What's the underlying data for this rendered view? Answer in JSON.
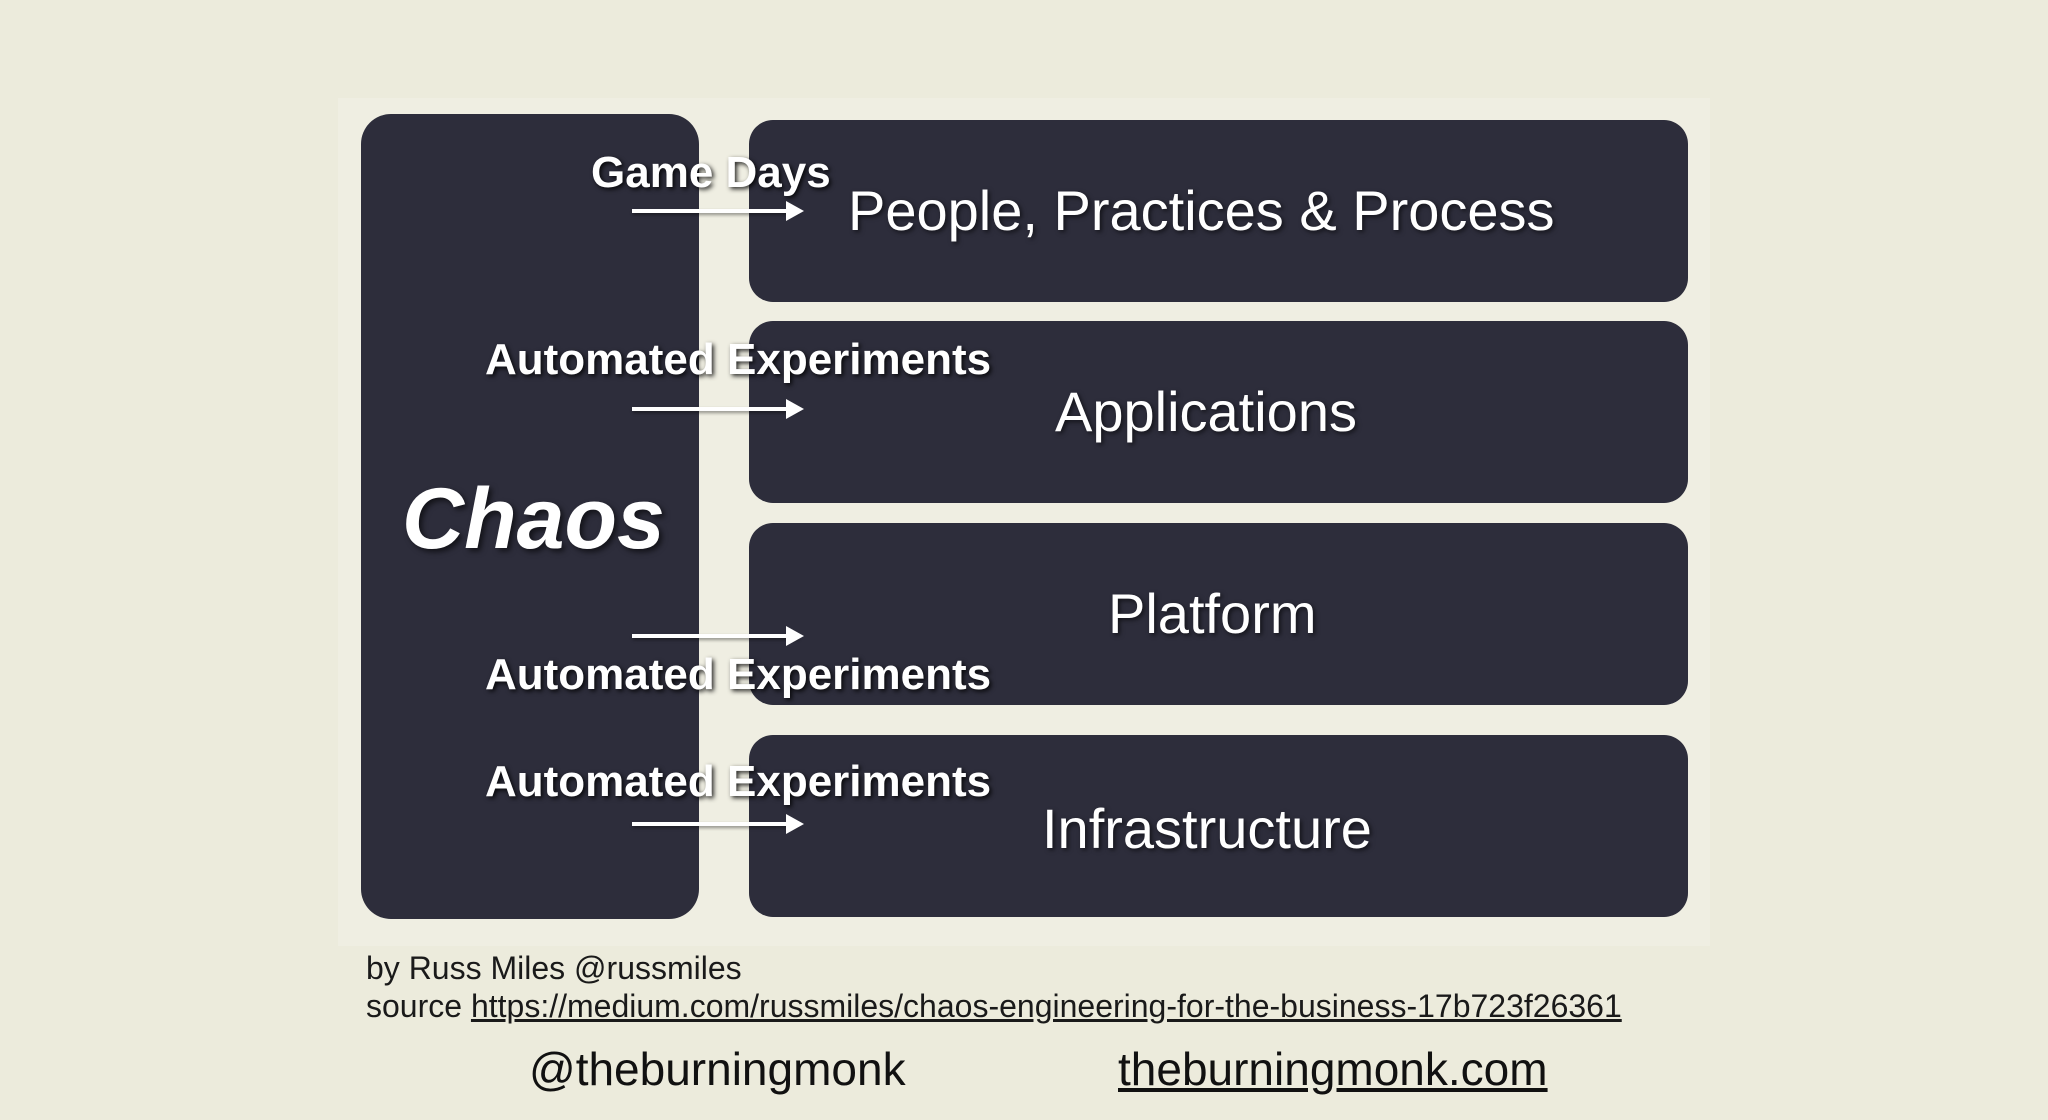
{
  "diagram": {
    "chaos_label": "Chaos",
    "layers": [
      {
        "label": "People, Practices & Process",
        "practice": "Game Days"
      },
      {
        "label": "Applications",
        "practice": "Automated Experiments"
      },
      {
        "label": "Platform",
        "practice": "Automated Experiments"
      },
      {
        "label": "Infrastructure",
        "practice": "Automated Experiments"
      }
    ]
  },
  "credit": {
    "author_line": "by Russ Miles  @russmiles",
    "source_prefix": "source ",
    "source_url": "https://medium.com/russmiles/chaos-engineering-for-the-business-17b723f26361"
  },
  "footer": {
    "handle": "@theburningmonk",
    "website": "theburningmonk.com"
  }
}
